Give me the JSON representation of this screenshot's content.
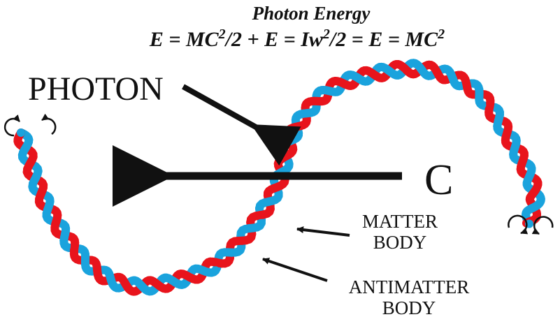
{
  "title": "Photon Energy",
  "formula": {
    "p1": "E = MC",
    "s1": "2",
    "p2": "/2 + E = Iw",
    "s2": "2",
    "p3": "/2 = E = MC",
    "s3": "2"
  },
  "labels": {
    "photon": "PHOTON",
    "c": "C",
    "matter": [
      "MATTER",
      "BODY"
    ],
    "antimatter": [
      "ANTIMATTER",
      "BODY"
    ]
  },
  "colors": {
    "matter": "#e8141c",
    "antimatter": "#1aa3dd",
    "ink": "#111111"
  },
  "icons": [
    "spin-arrow-icon",
    "spin-arrow-icon",
    "spin-arrow-icon",
    "spin-arrow-icon"
  ]
}
